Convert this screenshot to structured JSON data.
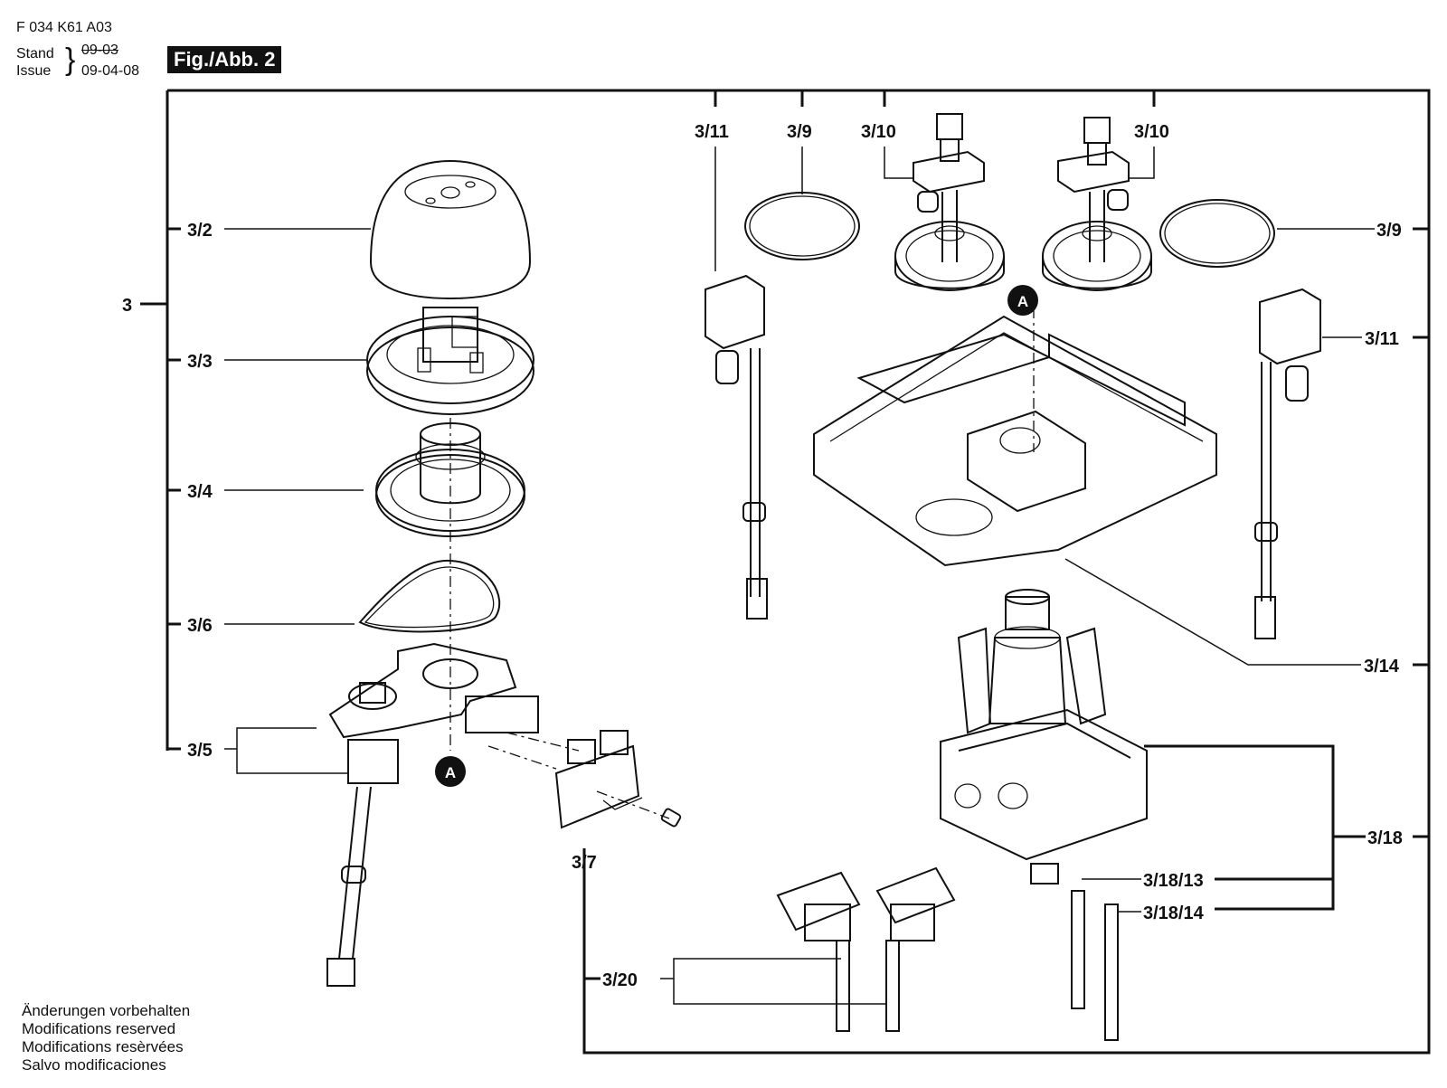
{
  "header": {
    "doc_number": "F 034 K61 A03",
    "stand_label": "Stand",
    "issue_label": "Issue",
    "stand_date": "09-03",
    "issue_date": "09-04-08",
    "figure": "Fig./Abb. 2"
  },
  "footer": {
    "lines": [
      "Änderungen vorbehalten",
      "Modifications reserved",
      "Modifications resèrvées",
      "Salvo modificaciones"
    ]
  },
  "labels": {
    "p3": "3",
    "p3_2": "3/2",
    "p3_3": "3/3",
    "p3_4": "3/4",
    "p3_6": "3/6",
    "p3_5": "3/5",
    "p3_7": "3/7",
    "p3_11_top": "3/11",
    "p3_9_top": "3/9",
    "p3_10_a": "3/10",
    "p3_10_b": "3/10",
    "p3_9_right": "3/9",
    "p3_11_right": "3/11",
    "p3_14": "3/14",
    "p3_18": "3/18",
    "p3_18_13": "3/18/13",
    "p3_18_14": "3/18/14",
    "p3_20": "3/20",
    "ref_a_1": "A",
    "ref_a_2": "A"
  }
}
